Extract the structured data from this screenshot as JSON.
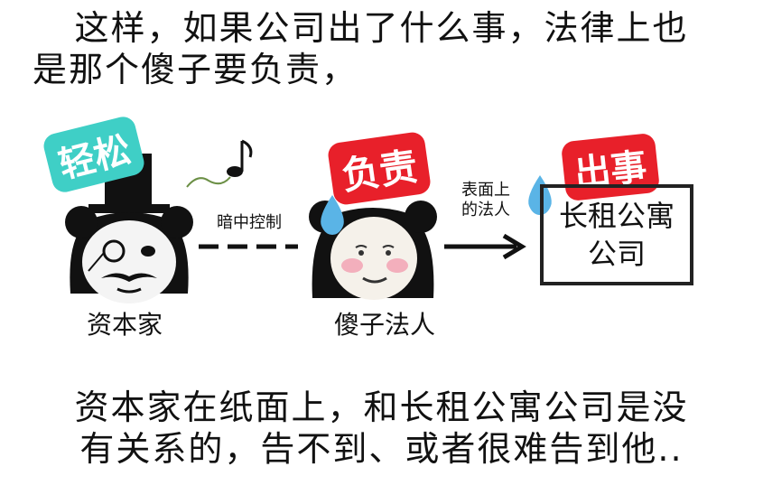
{
  "captions": {
    "top_line1": "这样，如果公司出了什么事，法律上也",
    "top_line2": "是那个傻子要负责，",
    "bottom_line1": "资本家在纸面上，和长租公寓公司是没",
    "bottom_line2": "有关系的，告不到、或者很难告到他.."
  },
  "capitalist": {
    "sticker": "轻松",
    "label": "资本家"
  },
  "control_link": {
    "label": "暗中控制"
  },
  "legal_person": {
    "sticker": "负责",
    "label": "傻子法人"
  },
  "legal_arrow": {
    "label_line1": "表面上",
    "label_line2": "的法人"
  },
  "company": {
    "sticker": "出事",
    "name_line1": "长租公寓",
    "name_line2": "公司"
  },
  "colors": {
    "sticker_teal": "#3fcfc6",
    "sticker_red": "#e8202a",
    "tear_blue": "#5ab4e6",
    "blush_pink": "#f2a3b4"
  }
}
